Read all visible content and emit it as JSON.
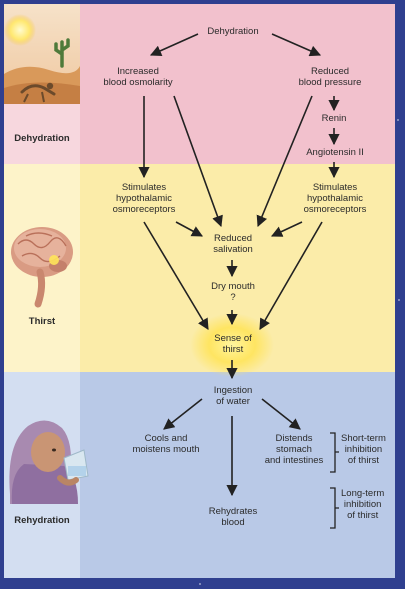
{
  "sections": {
    "dehydration": "Dehydration",
    "thirst": "Thirst",
    "rehydration": "Rehydration"
  },
  "nodes": {
    "dehydration": "Dehydration",
    "osmolarity": "Increased\nblood osmolarity",
    "pressure": "Reduced\nblood pressure",
    "renin": "Renin",
    "angiotensin": "Angiotensin II",
    "osmo_left": "Stimulates\nhypothalamic\nosmoreceptors",
    "osmo_right": "Stimulates\nhypothalamic\nosmoreceptors",
    "salivation": "Reduced\nsalivation",
    "dry_mouth": "Dry mouth\n?",
    "sense_thirst": "Sense of\nthirst",
    "ingestion": "Ingestion\nof water",
    "cools": "Cools and\nmoistens mouth",
    "distends": "Distends\nstomach\nand intestines",
    "rehydrates": "Rehydrates\nblood",
    "short_term": "Short-term\ninhibition\nof thirst",
    "long_term": "Long-term\ninhibition\nof thirst"
  },
  "colors": {
    "dehydration_band": "#f2c1cd",
    "thirst_band": "#fbeca9",
    "rehydration_band": "#b9c9e7",
    "arrow": "#222222",
    "glow": "#ffe45a"
  }
}
